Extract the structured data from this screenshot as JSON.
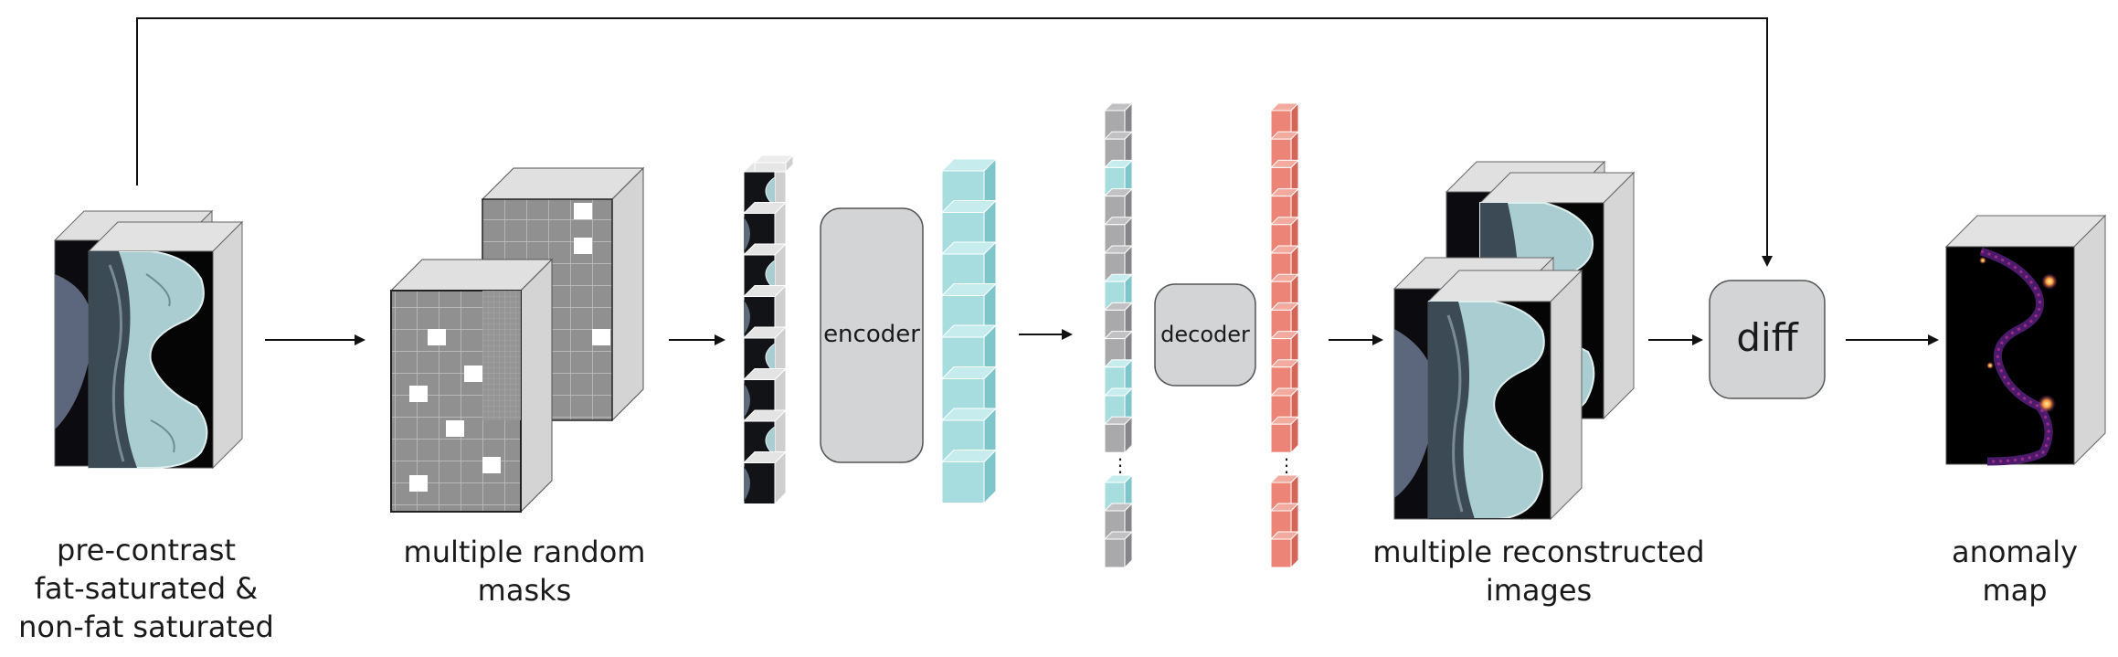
{
  "captions": {
    "input": [
      "pre-contrast",
      "fat-saturated &",
      "non-fat saturated"
    ],
    "masks": [
      "multiple random",
      "masks"
    ],
    "reconstructed": [
      "multiple reconstructed",
      "images"
    ],
    "anomaly": [
      "anomaly",
      "map"
    ]
  },
  "blocks": {
    "encoder": "encoder",
    "decoder": "decoder",
    "diff": "diff",
    "ellipsis": "⋮"
  },
  "colors": {
    "tissue": "#a9cdd0",
    "embedding": "#a8dde0",
    "embedding_dark": "#7fc6ca",
    "grey_token": "#a9a9ac",
    "grey_token_dark": "#86868a",
    "decoder_token": "#ec8578",
    "decoder_token_dark": "#d46658",
    "block_fill": "#d3d4d6",
    "panel_side": "#d6d6d6",
    "panel_top": "#e2e2e2",
    "mask_grid": "#8c8c8c",
    "hot1": "#ff9a3c",
    "hot2": "#b5338f"
  },
  "token_columns": {
    "encoder_tokens": [
      "grey",
      "grey",
      "cyan",
      "grey",
      "grey",
      "grey",
      "cyan",
      "grey",
      "grey",
      "cyan",
      "cyan",
      "grey"
    ],
    "encoder_tokens_tail": [
      "cyan",
      "grey",
      "grey"
    ],
    "decoder_tokens_count": 12,
    "decoder_tokens_tail_count": 3,
    "embedding_count": 8
  }
}
